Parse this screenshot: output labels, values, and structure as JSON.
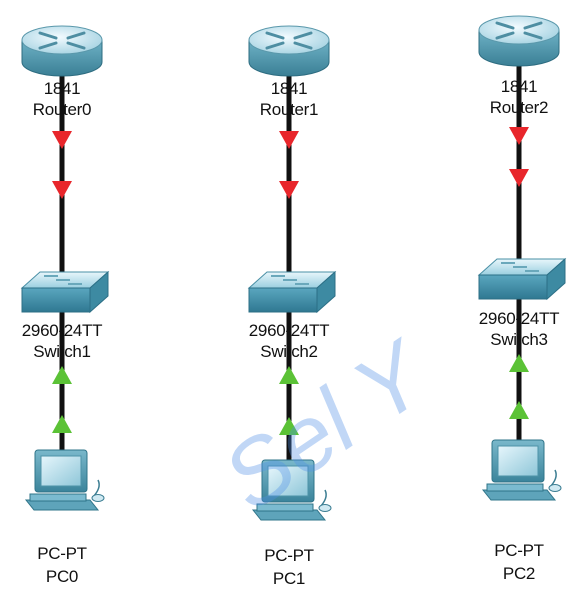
{
  "topology": {
    "columns": [
      {
        "router": {
          "model": "1841",
          "name": "Router0"
        },
        "switch": {
          "model": "2960-24TT",
          "name": "Switch1"
        },
        "pc": {
          "model": "PC-PT",
          "name": "PC0"
        }
      },
      {
        "router": {
          "model": "1841",
          "name": "Router1"
        },
        "switch": {
          "model": "2960-24TT",
          "name": "Switch2"
        },
        "pc": {
          "model": "PC-PT",
          "name": "PC1"
        }
      },
      {
        "router": {
          "model": "1841",
          "name": "Router2"
        },
        "switch": {
          "model": "2960-24TT",
          "name": "Switch3"
        },
        "pc": {
          "model": "PC-PT",
          "name": "PC2"
        }
      }
    ],
    "link_status": {
      "router_switch": "down",
      "switch_pc": "up"
    }
  },
  "watermark": {
    "text": "Sel Y"
  },
  "colors": {
    "link_down": "#e8262b",
    "link_up": "#5bc236",
    "cable": "#111111",
    "device_light": "#c9e6f0",
    "device_dark": "#3f8fa8",
    "watermark": "#4f90e8"
  },
  "icons": {
    "router": "router-icon",
    "switch": "switch-icon",
    "pc": "pc-icon"
  }
}
